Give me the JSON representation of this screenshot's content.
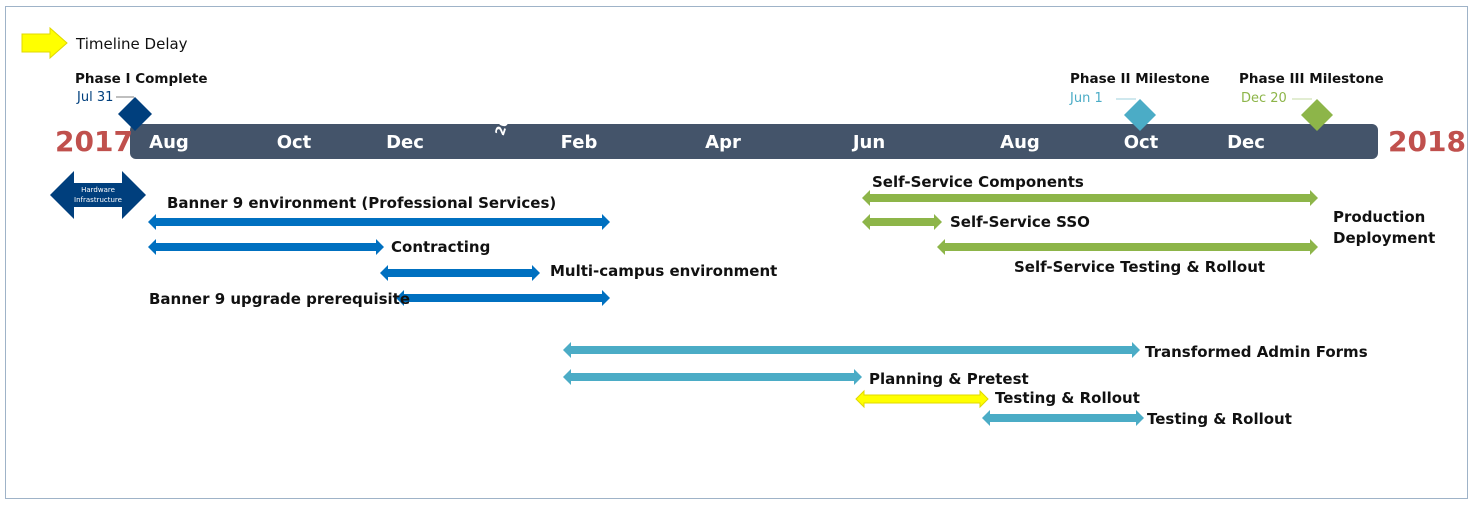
{
  "legend": {
    "label": "Timeline Delay",
    "color": "#ffff00"
  },
  "years": {
    "start": "2017",
    "end": "2018",
    "divider": "2018"
  },
  "months": [
    "Aug",
    "Oct",
    "Dec",
    "Feb",
    "Apr",
    "Jun",
    "Aug",
    "Oct",
    "Dec"
  ],
  "milestones": [
    {
      "title": "Phase I Complete",
      "date": "Jul 31",
      "color": "#003f7d"
    },
    {
      "title": "Phase II Milestone",
      "date": "Jun 1",
      "color": "#4bacc6"
    },
    {
      "title": "Phase III Milestone",
      "date": "Dec 20",
      "color": "#8db549"
    }
  ],
  "hardware": {
    "line1": "Hardware",
    "line2": "Infrastructure",
    "color": "#003f7d"
  },
  "tasks": {
    "banner_env": "Banner 9 environment (Professional Services)",
    "contracting": "Contracting",
    "multi_campus": "Multi-campus environment",
    "upgrade_prereq": "Banner 9 upgrade prerequisite",
    "ss_components": "Self-Service Components",
    "ss_sso": "Self-Service SSO",
    "ss_testing": "Self-Service Testing & Rollout",
    "production": "Production Deployment",
    "admin_forms": "Transformed Admin Forms",
    "planning": "Planning & Pretest",
    "testing_delay": "Testing & Rollout",
    "testing": "Testing & Rollout"
  },
  "colors": {
    "track": "#44546a",
    "banner_blue": "#0070c0",
    "selfservice_green": "#8db549",
    "admin_teal": "#4bacc6",
    "year_red": "#c0504d"
  }
}
